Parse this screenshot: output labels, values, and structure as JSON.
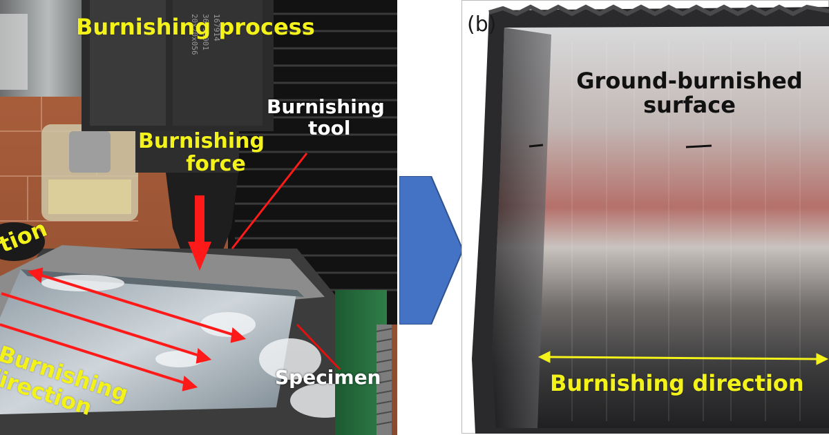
{
  "panel_a": {
    "title": "Burnishing process",
    "force_label_line1": "Burnishing",
    "force_label_line2": "force",
    "tool_label_line1": "Burnishing",
    "tool_label_line2": "tool",
    "left_partial_label": "tion",
    "direction_label_line1": "Burnishing",
    "direction_label_line2": "direction",
    "specimen_label": "Specimen"
  },
  "panel_b": {
    "letter": "(b)",
    "surface_label_line1": "Ground-burnished",
    "surface_label_line2": "surface",
    "direction_label": "Burnishing direction"
  },
  "colors": {
    "label_yellow": "#f3f21a",
    "annotation_red": "#ff1a1a",
    "arrow_blue": "#4472c4"
  }
}
